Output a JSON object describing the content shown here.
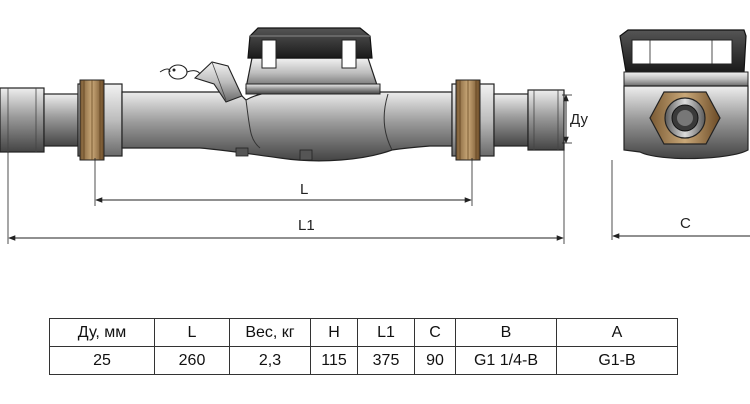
{
  "drawing": {
    "labels": {
      "du": "Ду",
      "l": "L",
      "l1": "L1",
      "c": "C"
    }
  },
  "spec_table": {
    "headers": [
      "Ду, мм",
      "L",
      "Вес, кг",
      "H",
      "L1",
      "C",
      "B",
      "A"
    ],
    "rows": [
      [
        "25",
        "260",
        "2,3",
        "115",
        "375",
        "90",
        "G1 1/4-B",
        "G1-B"
      ]
    ]
  }
}
